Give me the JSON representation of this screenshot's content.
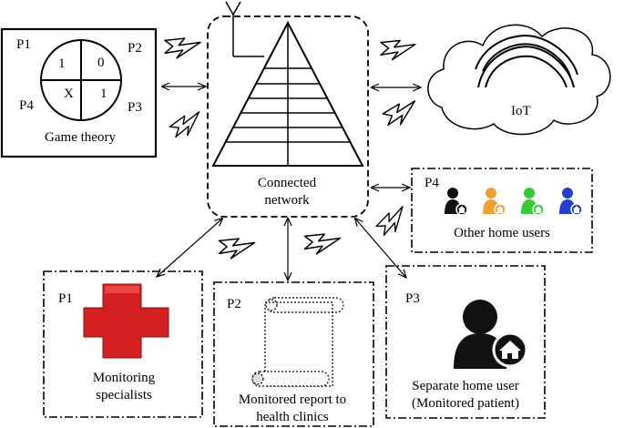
{
  "game_theory": {
    "title": "Game theory",
    "players": {
      "p1": "P1",
      "p2": "P2",
      "p3": "P3",
      "p4": "P4"
    },
    "cells": {
      "top_left": "1",
      "top_right": "0",
      "bottom_left": "X",
      "bottom_right": "1"
    }
  },
  "network": {
    "label_line1": "Connected",
    "label_line2": "network"
  },
  "iot": {
    "label": "IoT"
  },
  "other_users": {
    "tag": "P4",
    "label": "Other home users",
    "user_colors": [
      "#111111",
      "#f0a030",
      "#33cc33",
      "#1f3fd0"
    ]
  },
  "monitoring": {
    "tag": "P1",
    "label_line1": "Monitoring",
    "label_line2": "specialists",
    "cross_color": "#d42020"
  },
  "report": {
    "tag": "P2",
    "label_line1": "Monitored report to",
    "label_line2": "health clinics"
  },
  "patient": {
    "tag": "P3",
    "label_line1": "Separate home user",
    "label_line2": "(Monitored patient)"
  }
}
